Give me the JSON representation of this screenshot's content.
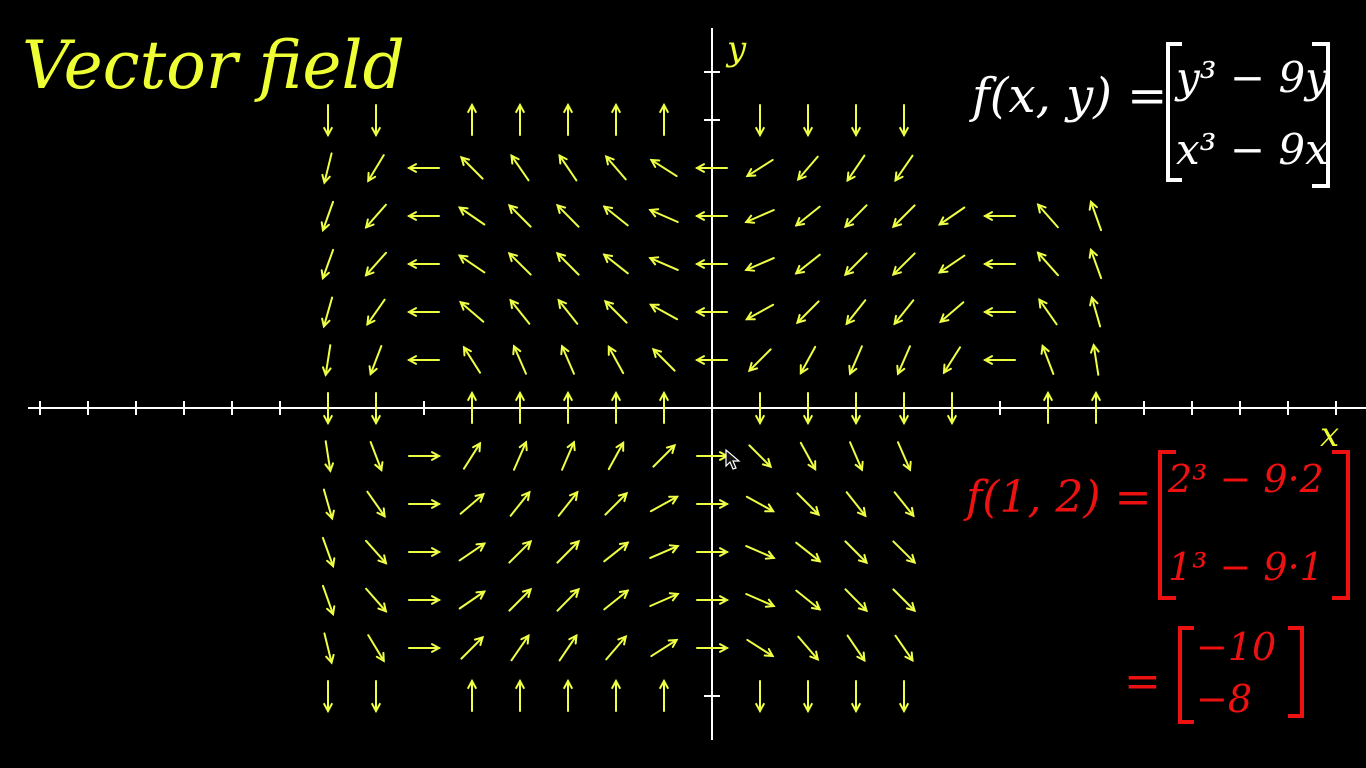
{
  "title": "Vector field",
  "axis_labels": {
    "x": "x",
    "y": "y"
  },
  "definition": {
    "lhs": "f(x, y) =",
    "row1": "y³ − 9y",
    "row2": "x³ − 9x"
  },
  "example": {
    "lhs": "f(1, 2) =",
    "row1": "2³ − 9·2",
    "row2": "1³ − 9·1",
    "equals": "=",
    "result_row1": "−10",
    "result_row2": "−8"
  },
  "colors": {
    "background": "#000000",
    "axes": "#ffffff",
    "arrows": "#eeff44",
    "title": "#eeff33",
    "definition": "#ffffff",
    "example": "#ee1111"
  },
  "field": {
    "formula": "f(x,y) = [y^3 - 9y, x^3 - 9x]",
    "x_range": [
      -4,
      4
    ],
    "y_range": [
      -6,
      6
    ],
    "sample_step": 1
  }
}
